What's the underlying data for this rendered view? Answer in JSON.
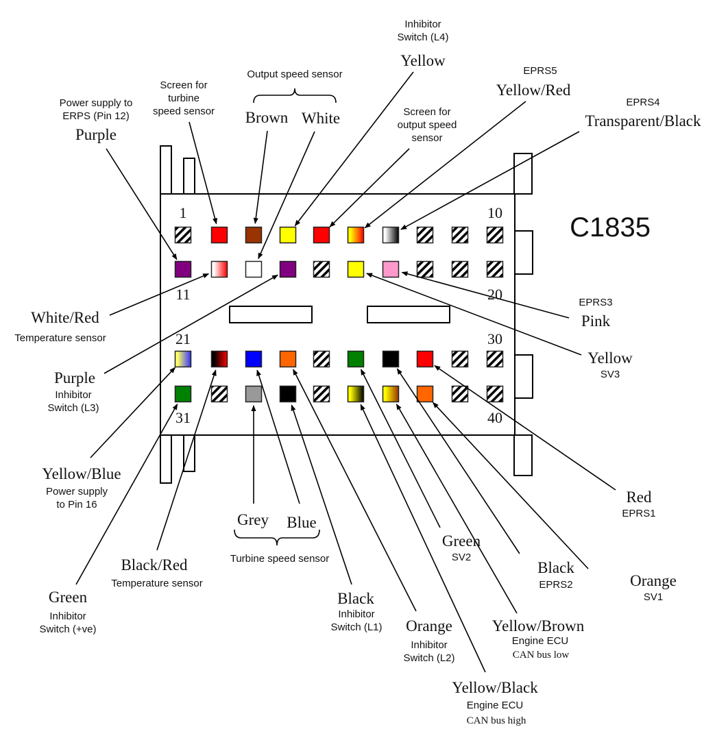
{
  "connector": {
    "id": "C1835",
    "pin_count": 40,
    "rows": 4,
    "pins_per_row": 10,
    "pin_number_labels": [
      "1",
      "10",
      "11",
      "20",
      "21",
      "30",
      "31",
      "40"
    ]
  },
  "pins": [
    {
      "pin": 1,
      "colors": [],
      "unused": true
    },
    {
      "pin": 2,
      "colors": [
        "#ff0000"
      ]
    },
    {
      "pin": 3,
      "colors": [
        "#993300"
      ]
    },
    {
      "pin": 4,
      "colors": [
        "#ffff00"
      ]
    },
    {
      "pin": 5,
      "colors": [
        "#ff0000"
      ]
    },
    {
      "pin": 6,
      "colors": [
        "#ffff00",
        "#ff0000"
      ]
    },
    {
      "pin": 7,
      "colors": [
        "#ffffff",
        "#000000"
      ]
    },
    {
      "pin": 8,
      "colors": [],
      "unused": true
    },
    {
      "pin": 9,
      "colors": [],
      "unused": true
    },
    {
      "pin": 10,
      "colors": [],
      "unused": true
    },
    {
      "pin": 11,
      "colors": [
        "#800080"
      ]
    },
    {
      "pin": 12,
      "colors": [
        "#ffffff",
        "#ff0000"
      ]
    },
    {
      "pin": 13,
      "colors": [
        "#ffffff"
      ]
    },
    {
      "pin": 14,
      "colors": [
        "#800080"
      ]
    },
    {
      "pin": 15,
      "colors": [],
      "unused": true
    },
    {
      "pin": 16,
      "colors": [
        "#ffff00"
      ]
    },
    {
      "pin": 17,
      "colors": [
        "#ff99cc"
      ]
    },
    {
      "pin": 18,
      "colors": [],
      "unused": true
    },
    {
      "pin": 19,
      "colors": [],
      "unused": true
    },
    {
      "pin": 20,
      "colors": [],
      "unused": true
    },
    {
      "pin": 21,
      "colors": [
        "#ffff66",
        "#3333ff"
      ]
    },
    {
      "pin": 22,
      "colors": [
        "#000000",
        "#ff0000"
      ]
    },
    {
      "pin": 23,
      "colors": [
        "#0000ff"
      ]
    },
    {
      "pin": 24,
      "colors": [
        "#ff6600"
      ]
    },
    {
      "pin": 25,
      "colors": [],
      "unused": true
    },
    {
      "pin": 26,
      "colors": [
        "#008000"
      ]
    },
    {
      "pin": 27,
      "colors": [
        "#000000"
      ]
    },
    {
      "pin": 28,
      "colors": [
        "#ff0000"
      ]
    },
    {
      "pin": 29,
      "colors": [],
      "unused": true
    },
    {
      "pin": 30,
      "colors": [],
      "unused": true
    },
    {
      "pin": 31,
      "colors": [
        "#008000"
      ]
    },
    {
      "pin": 32,
      "colors": [],
      "unused": true
    },
    {
      "pin": 33,
      "colors": [
        "#999999"
      ]
    },
    {
      "pin": 34,
      "colors": [
        "#000000"
      ]
    },
    {
      "pin": 35,
      "colors": [],
      "unused": true
    },
    {
      "pin": 36,
      "colors": [
        "#ffff00",
        "#000000"
      ]
    },
    {
      "pin": 37,
      "colors": [
        "#ffff00",
        "#993300"
      ]
    },
    {
      "pin": 38,
      "colors": [
        "#ff6600"
      ]
    },
    {
      "pin": 39,
      "colors": [],
      "unused": true
    },
    {
      "pin": 40,
      "colors": [],
      "unused": true
    }
  ],
  "labels": [
    {
      "id": "pin11",
      "pin": 11,
      "color": "Purple",
      "desc": [
        "Power supply to",
        "ERPS (Pin 12)"
      ]
    },
    {
      "id": "pin2",
      "pin": 2,
      "color": "",
      "desc": [
        "Screen for",
        "turbine",
        "speed sensor"
      ]
    },
    {
      "id": "pin3",
      "pin": 3,
      "color": "Brown",
      "desc": []
    },
    {
      "id": "pin13",
      "pin": 13,
      "color": "White",
      "desc": []
    },
    {
      "id": "pin4",
      "pin": 4,
      "color": "Yellow",
      "desc": [
        "Inhibitor",
        "Switch (L4)"
      ]
    },
    {
      "id": "pin5",
      "pin": 5,
      "color": "",
      "desc": [
        "Screen for",
        "output speed",
        "sensor"
      ]
    },
    {
      "id": "pin6",
      "pin": 6,
      "color": "Yellow/Red",
      "desc": [
        "EPRS5"
      ]
    },
    {
      "id": "pin7",
      "pin": 7,
      "color": "Transparent/Black",
      "desc": [
        "EPRS4"
      ]
    },
    {
      "id": "pin12",
      "pin": 12,
      "color": "White/Red",
      "desc": [
        "Temperature sensor"
      ]
    },
    {
      "id": "pin14",
      "pin": 14,
      "color": "Purple",
      "desc": [
        "Inhibitor",
        "Switch (L3)"
      ]
    },
    {
      "id": "pin17",
      "pin": 17,
      "color": "Pink",
      "desc": [
        "EPRS3"
      ]
    },
    {
      "id": "pin16",
      "pin": 16,
      "color": "Yellow",
      "desc": [
        "SV3"
      ]
    },
    {
      "id": "pin21",
      "pin": 21,
      "color": "Yellow/Blue",
      "desc": [
        "Power supply",
        "to Pin 16"
      ]
    },
    {
      "id": "pin31",
      "pin": 31,
      "color": "Green",
      "desc": [
        "Inhibitor",
        "Switch (+ve)"
      ]
    },
    {
      "id": "pin22",
      "pin": 22,
      "color": "Black/Red",
      "desc": [
        "Temperature sensor"
      ]
    },
    {
      "id": "pin33",
      "pin": 33,
      "color": "Grey",
      "desc": []
    },
    {
      "id": "pin23",
      "pin": 23,
      "color": "Blue",
      "desc": []
    },
    {
      "id": "pin34",
      "pin": 34,
      "color": "Black",
      "desc": [
        "Inhibitor",
        "Switch (L1)"
      ]
    },
    {
      "id": "pin24",
      "pin": 24,
      "color": "Orange",
      "desc": [
        "Inhibitor",
        "Switch (L2)"
      ]
    },
    {
      "id": "pin36",
      "pin": 36,
      "color": "Yellow/Black",
      "desc": [
        "Engine ECU",
        "CAN bus high"
      ]
    },
    {
      "id": "pin26",
      "pin": 26,
      "color": "Green",
      "desc": [
        "SV2"
      ]
    },
    {
      "id": "pin37",
      "pin": 37,
      "color": "Yellow/Brown",
      "desc": [
        "Engine ECU",
        "CAN bus low"
      ]
    },
    {
      "id": "pin27",
      "pin": 27,
      "color": "Black",
      "desc": [
        "EPRS2"
      ]
    },
    {
      "id": "pin38",
      "pin": 38,
      "color": "Orange",
      "desc": [
        "SV1"
      ]
    },
    {
      "id": "pin28",
      "pin": 28,
      "color": "Red",
      "desc": [
        "EPRS1"
      ]
    }
  ],
  "groups": {
    "output_speed_sensor": "Output speed sensor",
    "turbine_speed_sensor": "Turbine speed sensor"
  }
}
